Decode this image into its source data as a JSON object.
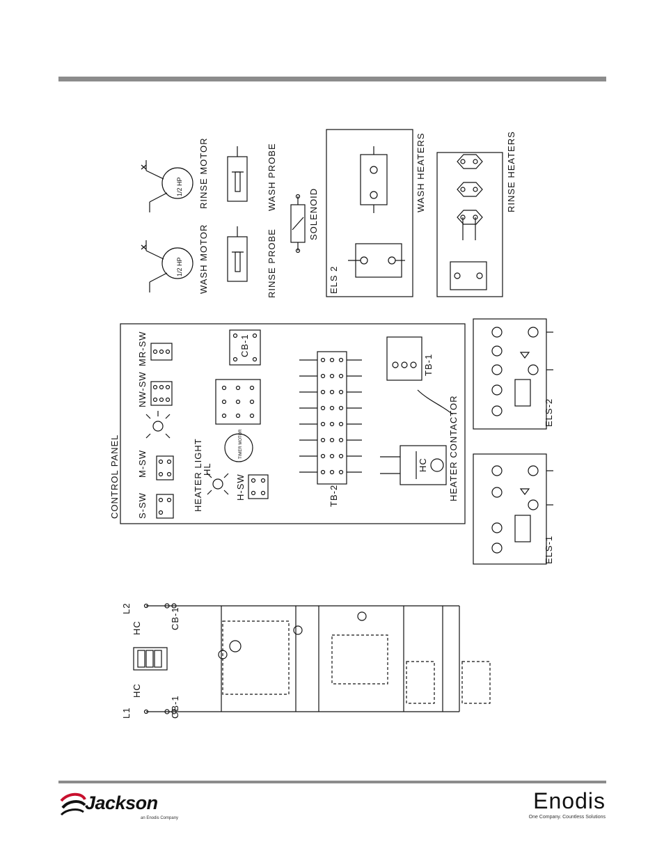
{
  "labels": {
    "wash_motor": "WASH  MOTOR",
    "rinse_motor": "RINSE  MOTOR",
    "hp_wash": "1/2 HP",
    "hp_rinse": "1/2 HP",
    "rinse_probe": "RINSE  PROBE",
    "wash_probe": "WASH  PROBE",
    "solenoid": "SOLENOID",
    "els2_box": "ELS 2",
    "wash_heaters": "WASH  HEATERS",
    "rinse_heaters": "RINSE  HEATERS",
    "control_panel": "CONTROL  PANEL",
    "s_sw": "S-SW",
    "m_sw": "M-SW",
    "nw_sw": "NW-SW",
    "mr_sw": "MR-SW",
    "heater_light": "HEATER  LIGHT",
    "hl": "HL",
    "h_sw": "H-SW",
    "cb1": "CB-1",
    "timer_motor": "TIMER MOTOR",
    "tb2": "TB-2",
    "tb1": "TB-1",
    "hc": "HC",
    "heater_contactor": "HEATER  CONTACTOR",
    "els1": "ELS-1",
    "els2": "ELS-2",
    "l1": "L1",
    "l2": "L2",
    "hc_left": "HC",
    "hc_right": "HC",
    "cb1_left": "CB-1",
    "cb1_right": "CB-1"
  },
  "footer": {
    "left_brand": "Jackson",
    "left_sub": "an Enodis Company",
    "right_brand": "Enodis",
    "right_tag": "One Company. Countless Solutions"
  },
  "colors": {
    "rule": "#8c8c8c",
    "ink": "#111111",
    "jackson_red": "#c8102e"
  }
}
